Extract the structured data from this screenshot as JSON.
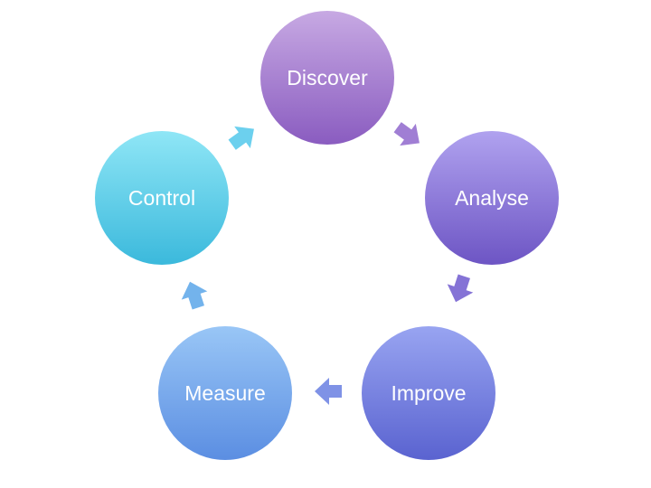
{
  "diagram": {
    "nodes": [
      {
        "id": "discover",
        "label": "Discover",
        "color_top": "#c7a9e3",
        "color_bottom": "#8a5cc0"
      },
      {
        "id": "analyse",
        "label": "Analyse",
        "color_top": "#b0a2ef",
        "color_bottom": "#6d55c4"
      },
      {
        "id": "improve",
        "label": "Improve",
        "color_top": "#98a4f1",
        "color_bottom": "#5a63d0"
      },
      {
        "id": "measure",
        "label": "Measure",
        "color_top": "#99c6f6",
        "color_bottom": "#5b8ee2"
      },
      {
        "id": "control",
        "label": "Control",
        "color_top": "#8fe6f6",
        "color_bottom": "#3bb9dc"
      }
    ],
    "arrows": [
      {
        "from": "discover",
        "to": "analyse",
        "color": "#a07ed4"
      },
      {
        "from": "analyse",
        "to": "improve",
        "color": "#8573d6"
      },
      {
        "from": "improve",
        "to": "measure",
        "color": "#7f92e6"
      },
      {
        "from": "measure",
        "to": "control",
        "color": "#73b3ec"
      },
      {
        "from": "control",
        "to": "discover",
        "color": "#6cd0ee"
      }
    ]
  }
}
